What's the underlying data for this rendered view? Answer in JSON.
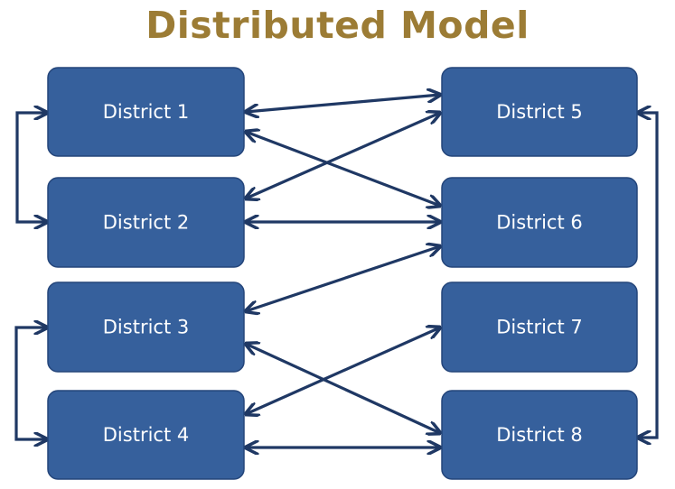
{
  "title": "Distributed Model",
  "colors": {
    "title": "#9c7c35",
    "box_fill": "#36609c",
    "box_border": "#24457a",
    "box_text": "#ffffff",
    "arrow": "#1f3864"
  },
  "nodes": [
    {
      "id": "d1",
      "label": "District  1"
    },
    {
      "id": "d2",
      "label": "District  2"
    },
    {
      "id": "d3",
      "label": "District  3"
    },
    {
      "id": "d4",
      "label": "District  4"
    },
    {
      "id": "d5",
      "label": "District  5"
    },
    {
      "id": "d6",
      "label": "District  6"
    },
    {
      "id": "d7",
      "label": "District  7"
    },
    {
      "id": "d8",
      "label": "District  8"
    }
  ],
  "connections": [
    {
      "from": "d1",
      "to": "d5",
      "arrows": "both"
    },
    {
      "from": "d1",
      "to": "d6",
      "arrows": "both"
    },
    {
      "from": "d2",
      "to": "d5",
      "arrows": "both"
    },
    {
      "from": "d2",
      "to": "d6",
      "arrows": "both"
    },
    {
      "from": "d3",
      "to": "d6",
      "arrows": "both"
    },
    {
      "from": "d3",
      "to": "d8",
      "arrows": "both"
    },
    {
      "from": "d4",
      "to": "d7",
      "arrows": "both"
    },
    {
      "from": "d4",
      "to": "d8",
      "arrows": "both"
    },
    {
      "from": "d1",
      "to": "d2",
      "arrows": "both"
    },
    {
      "from": "d3",
      "to": "d4",
      "arrows": "both"
    },
    {
      "from": "d5",
      "to": "d8",
      "arrows": "both"
    }
  ]
}
